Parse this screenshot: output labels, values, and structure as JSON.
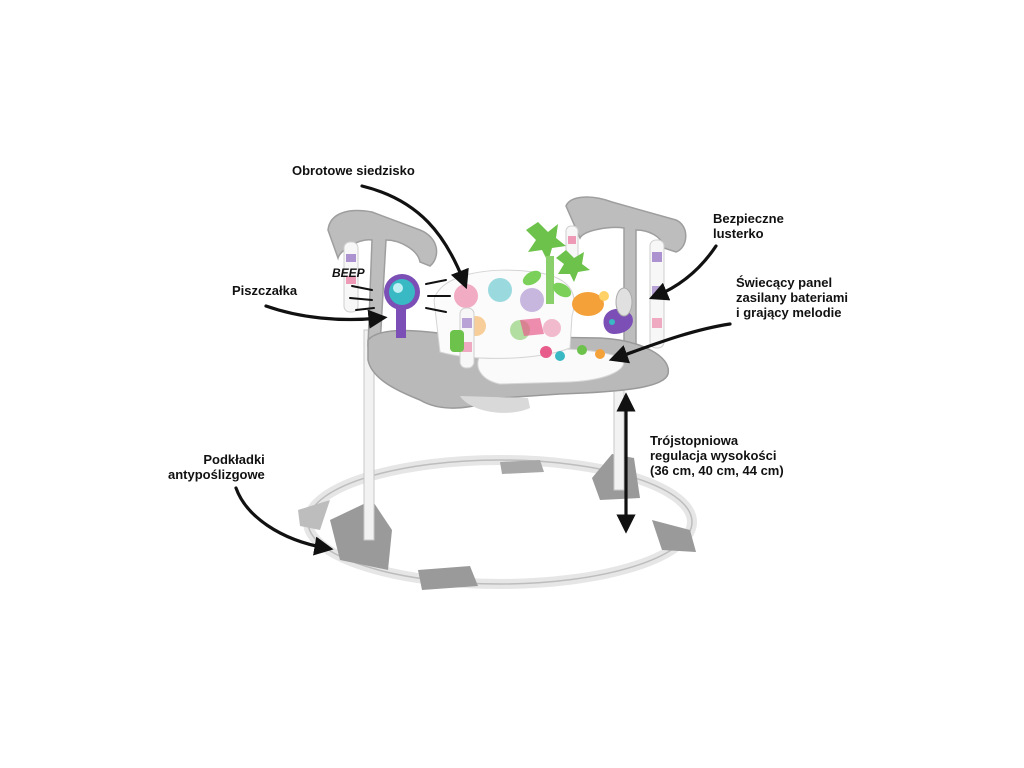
{
  "colors": {
    "frame_grey": "#8f8f8f",
    "frame_light": "#bdbdbd",
    "tube_white": "#f2f2f2",
    "tray_white": "#fafafa",
    "arrow_black": "#111111",
    "toy_green": "#6cc24a",
    "toy_orange": "#f4a13a",
    "toy_teal": "#39b9c4",
    "toy_purple": "#7b4fb5",
    "toy_pink": "#e75c8a"
  },
  "annotations": {
    "rotating_seat": "Obrotowe siedzisko",
    "squeaker": "Piszczałka",
    "safe_mirror": "Bezpieczne\nlusterko",
    "light_panel": "Świecący panel\nzasilany bateriami\ni grający melodie",
    "height_adjust": "Trójstopniowa\nregulacja wysokości\n(36 cm, 40 cm, 44 cm)",
    "anti_slip_pads": "Podkładki\nantypoślizgowe"
  },
  "product_text": {
    "beep": "BEEP"
  }
}
